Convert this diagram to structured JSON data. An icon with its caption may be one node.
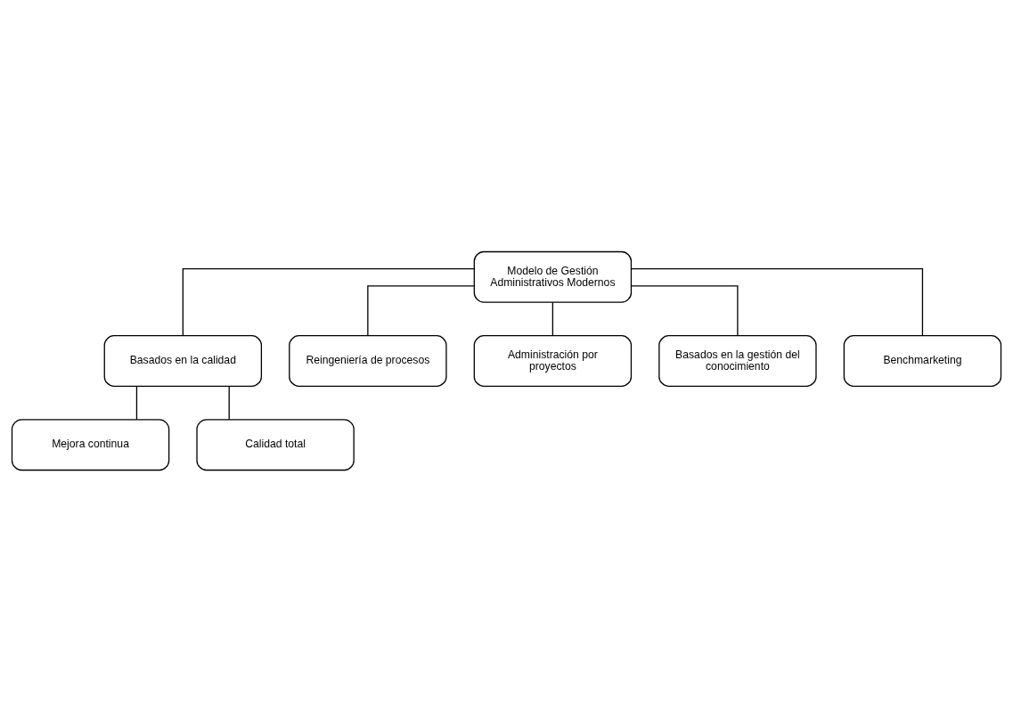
{
  "diagram": {
    "nodes": [
      {
        "text": [
          "Modelo de Gestión Administrativos Modernos"
        ]
      },
      {
        "text": [
          "Basados en la calidad"
        ]
      },
      {
        "text": [
          "Reingeniería de procesos"
        ]
      },
      {
        "text": [
          "Mejora continua"
        ]
      },
      {
        "text": [
          "Calidad total"
        ]
      },
      {
        "text": [
          "Administración por proyectos"
        ]
      },
      {
        "text": [
          "Basados en la gestión del conocimiento"
        ]
      },
      {
        "text": [
          "Benchmarketing"
        ]
      }
    ],
    "edges": [
      {
        "from": 0,
        "to": 1,
        "arrow": "none"
      },
      {
        "from": 0,
        "to": 2,
        "arrow": "none"
      },
      {
        "from": 0,
        "to": 5,
        "arrow": "none"
      },
      {
        "from": 0,
        "to": 6,
        "arrow": "none"
      },
      {
        "from": 0,
        "to": 7,
        "arrow": "none"
      },
      {
        "from": 1,
        "to": 3,
        "arrow": "none"
      },
      {
        "from": 1,
        "to": 4,
        "arrow": "none"
      }
    ]
  }
}
